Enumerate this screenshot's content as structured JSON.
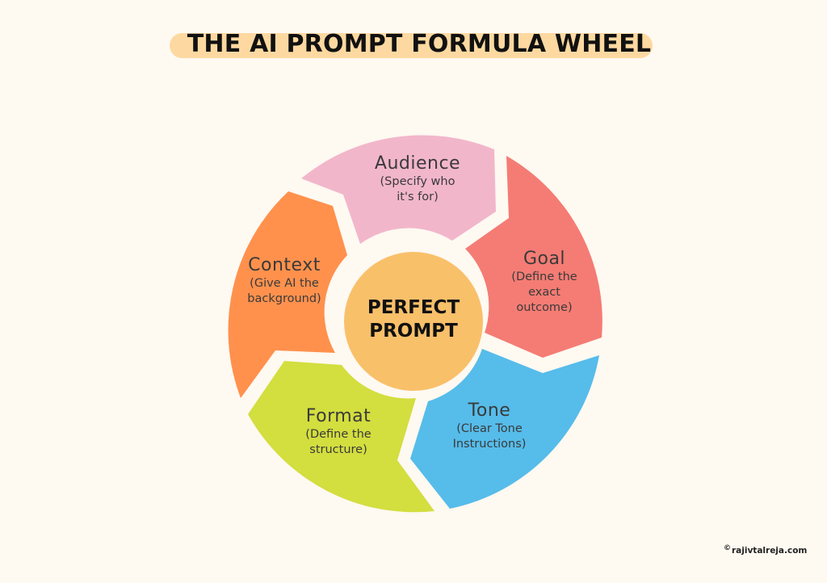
{
  "title": "THE AI PROMPT FORMULA WHEEL",
  "center": {
    "label": "PERFECT\nPROMPT",
    "color": "#F9C06A"
  },
  "segments": [
    {
      "id": "audience",
      "title": "Audience",
      "description": "(Specify who\nit's for)",
      "color": "#F2B6CB"
    },
    {
      "id": "goal",
      "title": "Goal",
      "description": "(Define the\nexact\noutcome)",
      "color": "#F47C74"
    },
    {
      "id": "tone",
      "title": "Tone",
      "description": "(Clear Tone\nInstructions)",
      "color": "#56BCEA"
    },
    {
      "id": "format",
      "title": "Format",
      "description": "(Define the\nstructure)",
      "color": "#D3DE3F"
    },
    {
      "id": "context",
      "title": "Context",
      "description": "(Give AI the\nbackground)",
      "color": "#FF914D"
    }
  ],
  "colors": {
    "background": "#FEF9F1",
    "title_highlight": "#FDD9A1",
    "text": "#3A3A3A"
  },
  "credit": {
    "symbol": "©",
    "text": "rajivtalreja.com"
  }
}
